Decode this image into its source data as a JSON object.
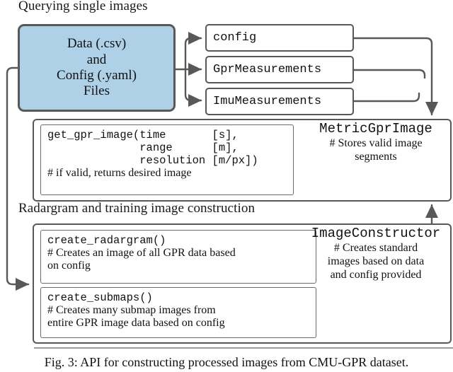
{
  "figure": {
    "caption": "Fig. 3: API for constructing processed images from CMU-GPR dataset."
  },
  "sections": [
    {
      "title": "Querying single images"
    },
    {
      "title": "Radargram and training image construction"
    }
  ],
  "input_box": {
    "line1": "Data (.csv)",
    "line2": "and",
    "line3": "Config (.yaml)",
    "line4": "Files",
    "fill_color": "#aed1e8",
    "border_color": "#585858"
  },
  "data_boxes": [
    {
      "label": "config"
    },
    {
      "label": "GprMeasurements"
    },
    {
      "label": "ImuMeasurements"
    }
  ],
  "metric_class": {
    "name": "MetricGprImage",
    "description_line1": "# Stores valid image",
    "description_line2": "segments",
    "method": {
      "signature_line1": "get_gpr_image(time       [s],",
      "signature_line2": "              range      [m],",
      "signature_line3": "              resolution [m/px])",
      "comment": "# if valid, returns desired image"
    }
  },
  "constructor_class": {
    "name": "ImageConstructor",
    "description_line1": "# Creates standard",
    "description_line2": "images based on data",
    "description_line3": "and config provided",
    "methods": [
      {
        "signature": "create_radargram()",
        "comment_line1": "# Creates an image of all GPR data based",
        "comment_line2": "on config"
      },
      {
        "signature": "create_submaps()",
        "comment_line1": "# Creates many submap images from",
        "comment_line2": "entire GPR image data based on config"
      }
    ]
  },
  "connectors": {
    "stroke_color": "#585858",
    "arrow_color": "#585858",
    "description": "input box fans out to three data boxes; data boxes merge into MetricGprImage; ImageConstructor feeds MetricGprImage; input box loops down into ImageConstructor"
  }
}
